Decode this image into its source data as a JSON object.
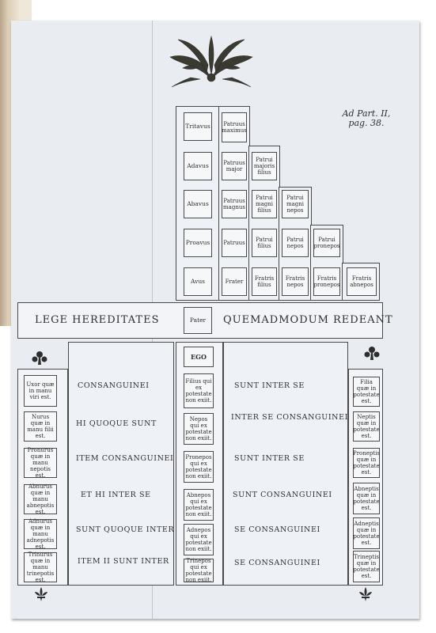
{
  "page_ref": {
    "line1": "Ad Part. II,",
    "line2": "pag. 38."
  },
  "ascendants": [
    {
      "label": "Tritavus",
      "collaterals": [
        "Patruus maximus"
      ]
    },
    {
      "label": "Adavus",
      "collaterals": [
        "Patruus major",
        "Patrui majoris filius"
      ]
    },
    {
      "label": "Abavus",
      "collaterals": [
        "Patruus magnus",
        "Patrui magni filius",
        "Patrui magni nepos"
      ]
    },
    {
      "label": "Proavus",
      "collaterals": [
        "Patruus",
        "Patrui filius",
        "Patrui nepos",
        "Patrui pronepos"
      ]
    },
    {
      "label": "Avus",
      "collaterals": [
        "Frater",
        "Fratris filius",
        "Fratris nepos",
        "Fratris pronepos",
        "Fratris abnepos"
      ]
    }
  ],
  "band": {
    "left": "LEGE HEREDITATES",
    "center": "Pater",
    "right": "QUEMADMODUM REDEANT"
  },
  "ego": "EGO",
  "rows": [
    {
      "left": "Uxor quæ in manu viri est.",
      "phrase_left": "CONSANGUINEI",
      "center": "Filius qui ex potestate non exiit.",
      "phrase_right": "SUNT INTER SE",
      "right": "Filia quæ in potestate est."
    },
    {
      "left": "Nurus quæ in manu filii est.",
      "phrase_left": "HI QUOQUE SUNT",
      "center": "Nepos qui ex potestate non exiit.",
      "phrase_right": "INTER SE CONSANGUINEI",
      "right": "Neptis quæ in potestate est."
    },
    {
      "left": "Pronurus quæ in manu nepotis est.",
      "phrase_left": "ITEM CONSANGUINEI",
      "center": "Pronepos qui ex potestate non exiit.",
      "phrase_right": "SUNT INTER SE",
      "right": "Proneptis quæ in potestate est."
    },
    {
      "left": "Abnurus quæ in manu abnepotis est.",
      "phrase_left": "ET HI INTER SE",
      "center": "Abnepos qui ex potestate non exiit.",
      "phrase_right": "SUNT CONSANGUINEI",
      "right": "Abneptis quæ in potestate est."
    },
    {
      "left": "Adnurus quæ in manu adnepotis est.",
      "phrase_left": "SUNT QUOQUE INTER",
      "center": "Adnepos qui ex potestate non exiit.",
      "phrase_right": "SE CONSANGUINEI",
      "right": "Adneptis quæ in potestate est."
    },
    {
      "left": "Trinurus quæ in manu trinepotis est.",
      "phrase_left": "ITEM II SUNT INTER",
      "center": "Trinepos qui ex potestate non exiit.",
      "phrase_right": "SE CONSANGUINEI",
      "right": "Trineptis quæ in potestate est."
    }
  ],
  "ornaments": {
    "top": "leaf-wreath-ornament",
    "corner_left": "fleuron-ornament",
    "corner_right": "fleuron-ornament",
    "bottom_left": "fleur-de-lis-ornament",
    "bottom_right": "fleur-de-lis-ornament"
  },
  "colors": {
    "paper": "#e9edf2",
    "ink": "#2e2e2e",
    "cover": "#8a6a4a"
  }
}
